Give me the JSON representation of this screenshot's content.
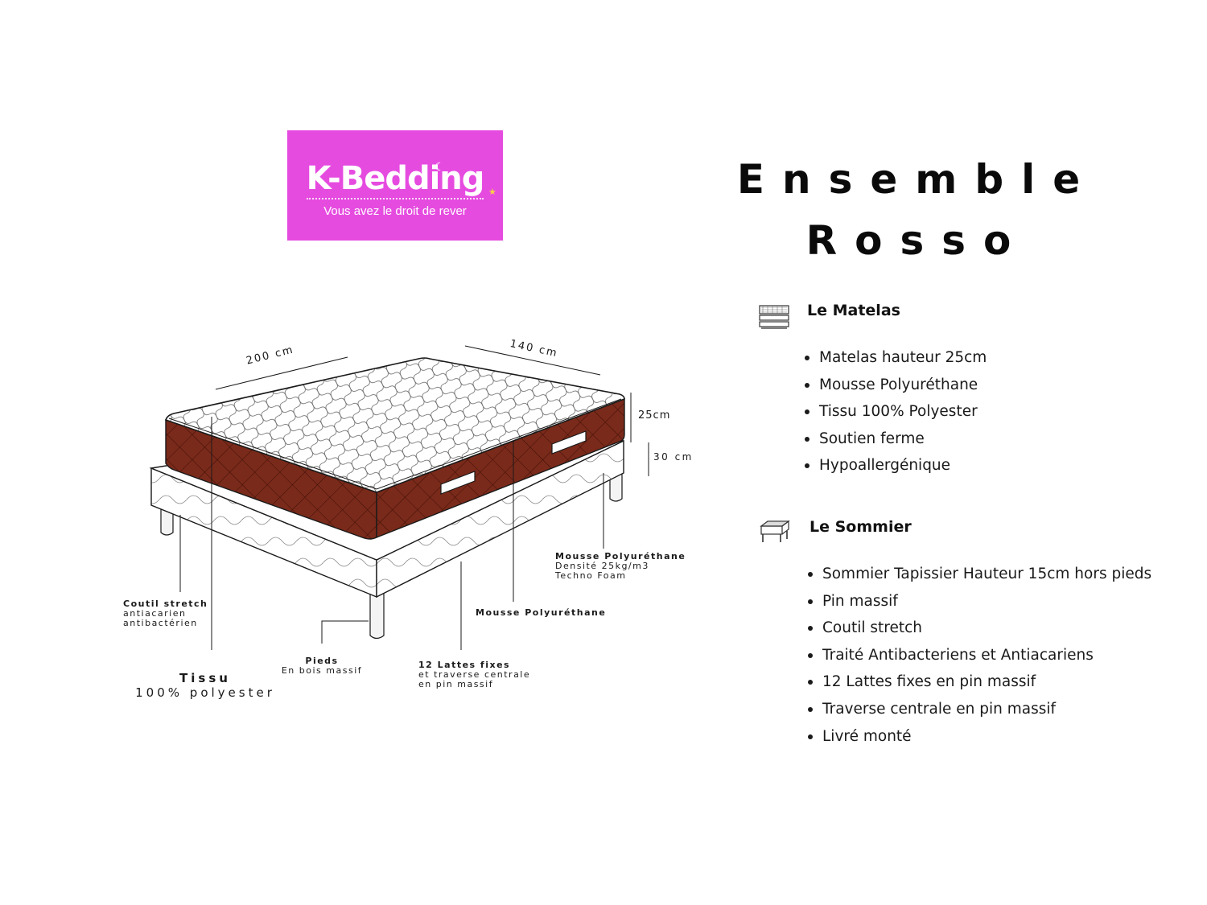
{
  "brand": {
    "name": "K-Bedding",
    "tagline": "Vous avez le droit de rever",
    "bg_color": "#e64be0"
  },
  "title": {
    "line1": "Ensemble",
    "line2": "Rosso"
  },
  "matelas": {
    "icon": "mattress-icon",
    "title": "Le Matelas",
    "items": [
      "Matelas hauteur 25cm",
      "Mousse Polyuréthane",
      "Tissu 100% Polyester",
      "Soutien ferme",
      "Hypoallergénique"
    ]
  },
  "sommier": {
    "icon": "box-spring-icon",
    "title": "Le Sommier",
    "items": [
      "Sommier Tapissier Hauteur 15cm hors pieds",
      "Pin massif",
      "Coutil stretch",
      "Traité Antibacteriens et Antiacariens",
      "12 Lattes fixes en pin massif",
      "Traverse centrale en pin massif",
      "Livré monté"
    ]
  },
  "diagram": {
    "colors": {
      "mattress_side": "#7a2a1a",
      "outline": "#1a1a1a"
    },
    "dims": {
      "length": "200 cm",
      "width": "140 cm",
      "mattress_height": "25cm",
      "base_height": "30 cm"
    },
    "labels": {
      "coutil_title": "Coutil stretch",
      "coutil_l1": "antiacarien",
      "coutil_l2": "antibactérien",
      "tissu_title": "Tissu",
      "tissu_l1": "100% polyester",
      "pieds_title": "Pieds",
      "pieds_l1": "En bois massif",
      "lattes_title": "12 Lattes fixes",
      "lattes_l1": "et traverse centrale",
      "lattes_l2": "en pin massif",
      "mousse_label": "Mousse Polyuréthane",
      "mousse2_title": "Mousse Polyuréthane",
      "mousse2_l1": "Densité 25kg/m3",
      "mousse2_l2": "Techno Foam"
    }
  }
}
